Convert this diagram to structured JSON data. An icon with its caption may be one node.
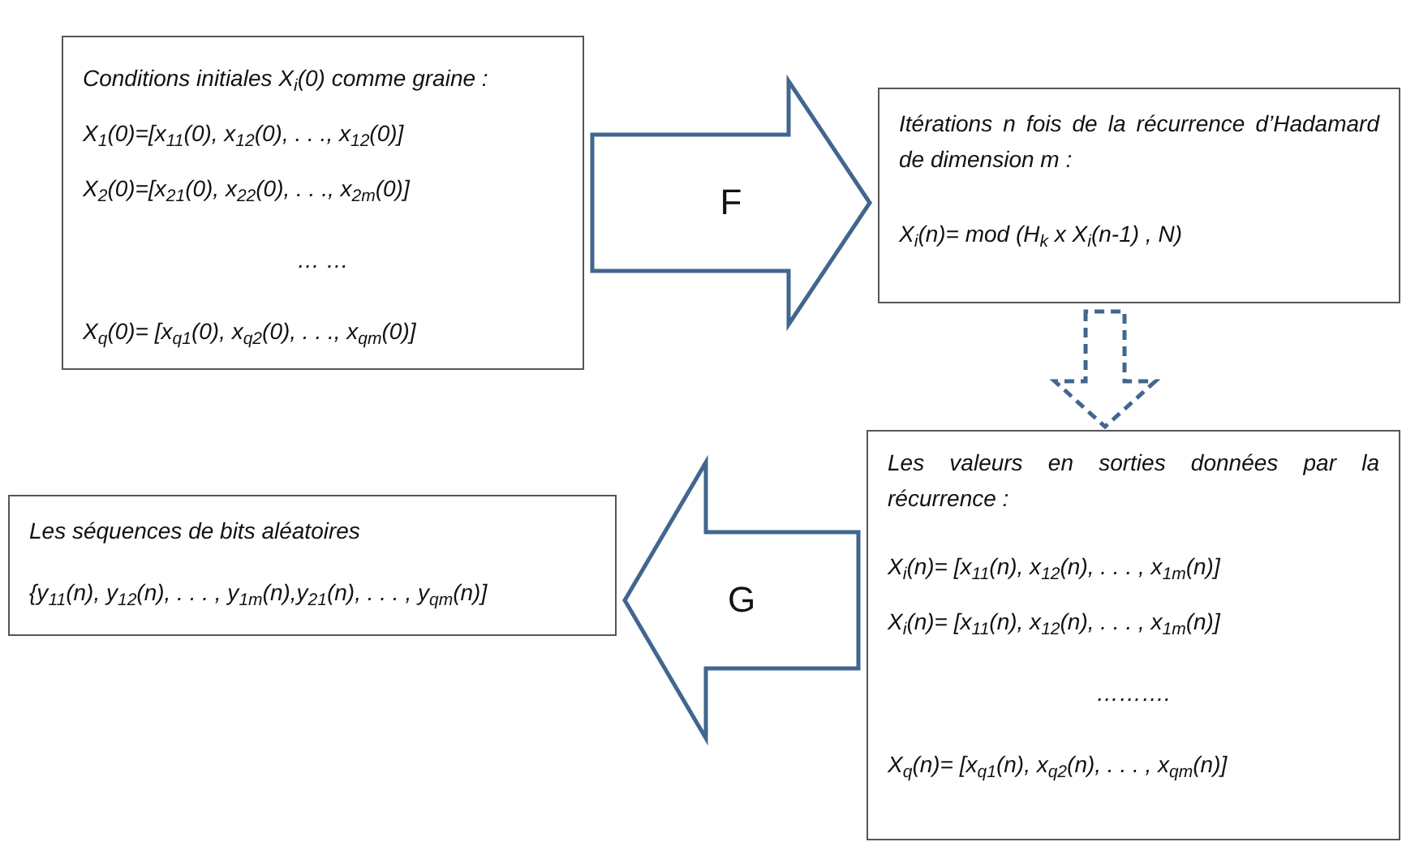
{
  "diagram": {
    "nodes": [
      {
        "text": [
          "Conditions initiales X$_{i}$(0) comme graine :",
          "X$_{1}$(0)=[x$_{11}$(0), x$_{12}$(0), . . ., x$_{12}$(0)]",
          "X$_{2}$(0)=[x$_{21}$(0), x$_{22}$(0), . . ., x$_{2m}$(0)]",
          "… …",
          "X$_{q}$(0)= [x$_{q1}$(0), x$_{q2}$(0), . . ., x$_{qm}$(0)]"
        ]
      },
      {
        "text": [
          "Itérations n fois de la récurrence d’Hadamard de dimension m :",
          "X$_{i}$(n)= mod (H$_{k}$ x X$_{i}$(n-1) , N)"
        ]
      },
      {
        "text": [
          "Les valeurs en sorties données par la récurrence :",
          "X$_{i}$(n)= [x$_{11}$(n), x$_{12}$(n), . . . , x$_{1m}$(n)]",
          "X$_{i}$(n)= [x$_{11}$(n), x$_{12}$(n), . . . , x$_{1m}$(n)]",
          "……….",
          "X$_{q}$(n)= [x$_{q1}$(n), x$_{q2}$(n), . . . , x$_{qm}$(n)]"
        ]
      },
      {
        "text": [
          "Les séquences  de bits aléatoires",
          "{y$_{11}$(n), y$_{12}$(n), . . . , y$_{1m}$(n),y$_{21}$(n), . . . , y$_{qm}$(n)]"
        ]
      }
    ],
    "edges": [
      {
        "from": 0,
        "to": 1,
        "arrow": "to",
        "label": "F"
      },
      {
        "from": 1,
        "to": 2,
        "arrow": "to",
        "style": "dashed"
      },
      {
        "from": 2,
        "to": 3,
        "arrow": "to",
        "label": "G"
      }
    ]
  }
}
